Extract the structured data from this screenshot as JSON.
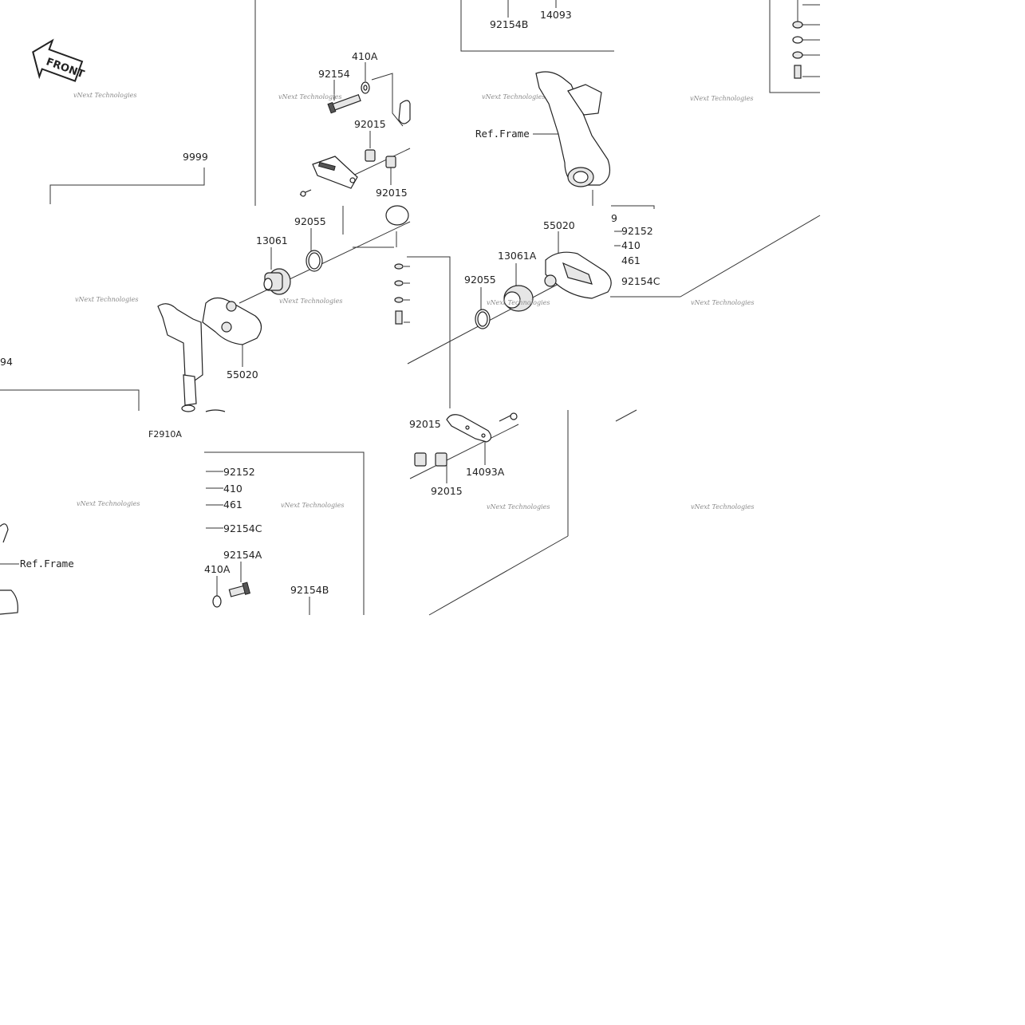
{
  "labels": {
    "l410A_top": "410A",
    "l92154_top": "92154",
    "l92015_a": "92015",
    "l92015_b": "92015",
    "l9999": "9999",
    "l92055_left": "92055",
    "l13061": "13061",
    "l55020_left": "55020",
    "l94": "94",
    "lF2910A": "F2910A",
    "l92152_bl": "92152",
    "l410_bl": "410",
    "l461_bl": "461",
    "l92154C_bl": "92154C",
    "l92154A": "92154A",
    "l410A_bl": "410A",
    "l92154B_bl": "92154B",
    "lRefFrame_bl": "Ref.Frame",
    "l92154B_top": "92154B",
    "l14093": "14093",
    "lRefFrame_top": "Ref.Frame",
    "l55020_right": "55020",
    "l13061A": "13061A",
    "l92055_right": "92055",
    "l9_r": "9",
    "l92152_r": "92152",
    "l410_r": "410",
    "l461_r": "461",
    "l92154C_r": "92154C",
    "l92015_c": "92015",
    "l92015_d": "92015",
    "l14093A": "14093A"
  },
  "front_arrow": {
    "text": "FRONT"
  },
  "watermark": {
    "text": "vNext Technologies"
  }
}
